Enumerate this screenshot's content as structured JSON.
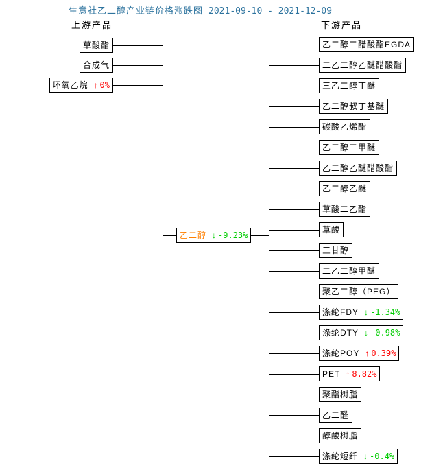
{
  "title": {
    "text": "生意社乙二醇产业链价格涨跌图",
    "date_range": "2021-09-10 - 2021-12-09"
  },
  "glyphs": {
    "up_arrow": "↑",
    "down_arrow": "↓"
  },
  "colors": {
    "title": "#2d739e",
    "up": "#ff0000",
    "down": "#00cc00",
    "center_product": "#ff7f00",
    "line": "#000000",
    "box_border": "#000000"
  },
  "upstream": {
    "label": "上游产品",
    "items": [
      {
        "name": "草酸酯",
        "change": null,
        "direction": null
      },
      {
        "name": "合成气",
        "change": null,
        "direction": null
      },
      {
        "name": "环氧乙烷",
        "change": "0%",
        "direction": "up"
      }
    ]
  },
  "center": {
    "name": "乙二醇",
    "change": "-9.23%",
    "direction": "down"
  },
  "downstream": {
    "label": "下游产品",
    "items": [
      {
        "name": "乙二醇二醋酸酯EGDA",
        "change": null,
        "direction": null
      },
      {
        "name": "二乙二醇乙醚醋酸酯",
        "change": null,
        "direction": null
      },
      {
        "name": "三乙二醇丁醚",
        "change": null,
        "direction": null
      },
      {
        "name": "乙二醇叔丁基醚",
        "change": null,
        "direction": null
      },
      {
        "name": "碳酸乙烯酯",
        "change": null,
        "direction": null
      },
      {
        "name": "乙二醇二甲醚",
        "change": null,
        "direction": null
      },
      {
        "name": "乙二醇乙醚醋酸酯",
        "change": null,
        "direction": null
      },
      {
        "name": "乙二醇乙醚",
        "change": null,
        "direction": null
      },
      {
        "name": "草酸二乙酯",
        "change": null,
        "direction": null
      },
      {
        "name": "草酸",
        "change": null,
        "direction": null
      },
      {
        "name": "三甘醇",
        "change": null,
        "direction": null
      },
      {
        "name": "二乙二醇甲醚",
        "change": null,
        "direction": null
      },
      {
        "name": "聚乙二醇（PEG）",
        "change": null,
        "direction": null
      },
      {
        "name": "涤纶FDY",
        "change": "-1.34%",
        "direction": "down"
      },
      {
        "name": "涤纶DTY",
        "change": "-0.98%",
        "direction": "down"
      },
      {
        "name": "涤纶POY",
        "change": "0.39%",
        "direction": "up"
      },
      {
        "name": "PET",
        "change": "8.82%",
        "direction": "up"
      },
      {
        "name": "聚酯树脂",
        "change": null,
        "direction": null
      },
      {
        "name": "乙二醛",
        "change": null,
        "direction": null
      },
      {
        "name": "醇酸树脂",
        "change": null,
        "direction": null
      },
      {
        "name": "涤纶短纤",
        "change": "-0.4%",
        "direction": "down"
      }
    ]
  }
}
